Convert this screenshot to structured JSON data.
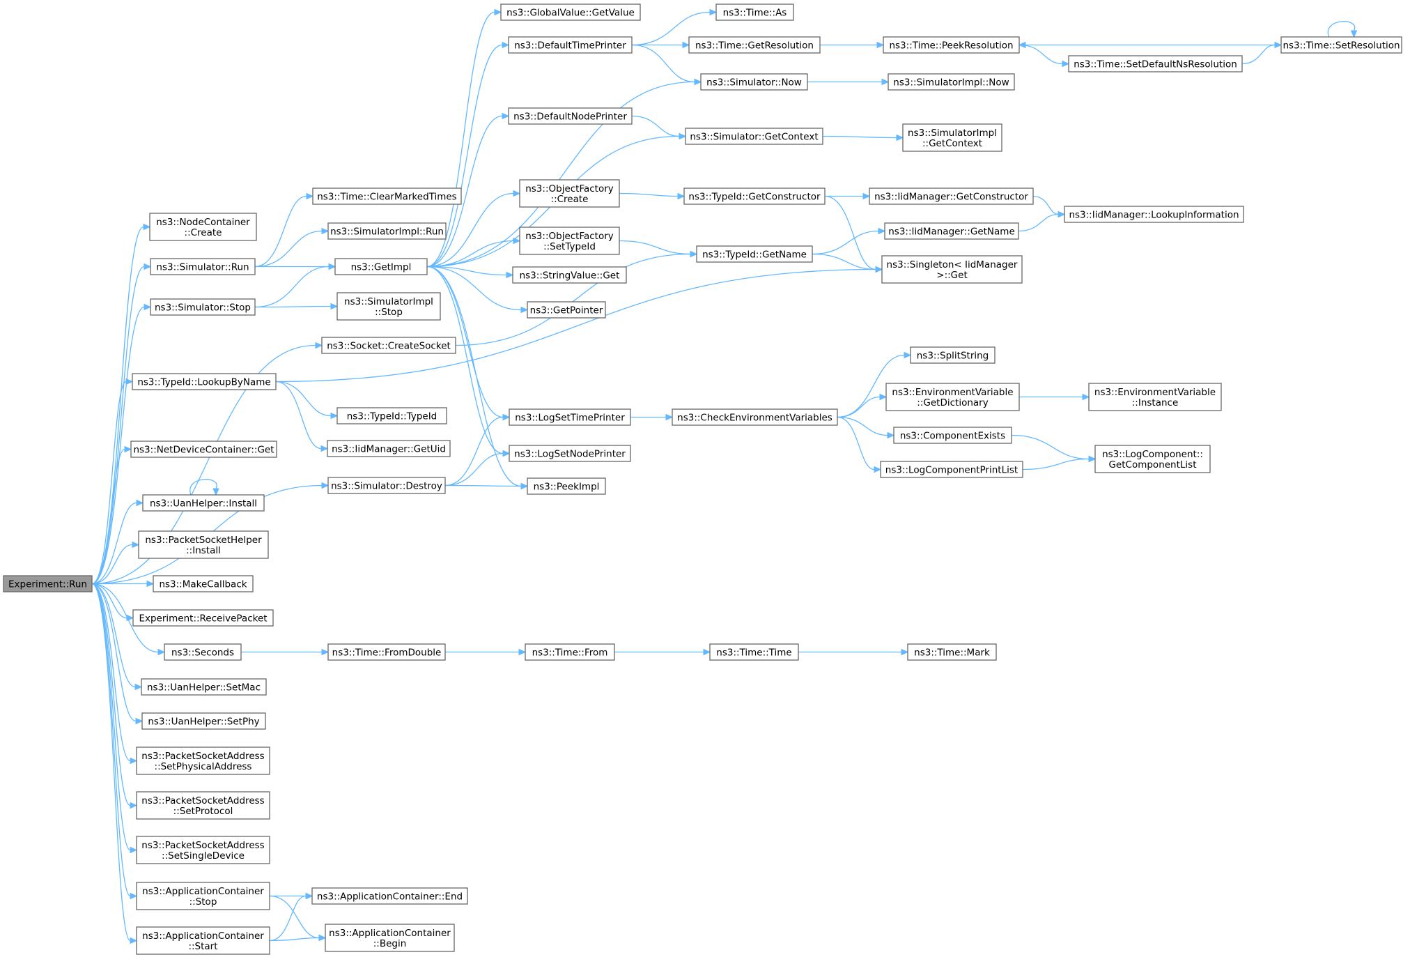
{
  "colors": {
    "edge": "#63b8ff",
    "node_border": "#666666",
    "root_fill": "#999999",
    "node_fill": "#ffffff"
  },
  "nodes": {
    "run": {
      "lines": [
        "Experiment::Run"
      ],
      "root": true
    },
    "nc_create": {
      "lines": [
        "ns3::NodeContainer",
        "::Create"
      ]
    },
    "sim_run": {
      "lines": [
        "ns3::Simulator::Run"
      ]
    },
    "sim_stop": {
      "lines": [
        "ns3::Simulator::Stop"
      ]
    },
    "sock_create": {
      "lines": [
        "ns3::Socket::CreateSocket"
      ]
    },
    "tid_lookup": {
      "lines": [
        "ns3::TypeId::LookupByName"
      ]
    },
    "ndc_get": {
      "lines": [
        "ns3::NetDeviceContainer::Get"
      ]
    },
    "uan_install": {
      "lines": [
        "ns3::UanHelper::Install"
      ]
    },
    "psh_install": {
      "lines": [
        "ns3::PacketSocketHelper",
        "::Install"
      ]
    },
    "make_cb": {
      "lines": [
        "ns3::MakeCallback"
      ]
    },
    "recv_pkt": {
      "lines": [
        "Experiment::ReceivePacket"
      ]
    },
    "seconds": {
      "lines": [
        "ns3::Seconds"
      ]
    },
    "uan_setmac": {
      "lines": [
        "ns3::UanHelper::SetMac"
      ]
    },
    "uan_setphy": {
      "lines": [
        "ns3::UanHelper::SetPhy"
      ]
    },
    "psa_setphys": {
      "lines": [
        "ns3::PacketSocketAddress",
        "::SetPhysicalAddress"
      ]
    },
    "psa_setproto": {
      "lines": [
        "ns3::PacketSocketAddress",
        "::SetProtocol"
      ]
    },
    "psa_setsingle": {
      "lines": [
        "ns3::PacketSocketAddress",
        "::SetSingleDevice"
      ]
    },
    "ac_stop": {
      "lines": [
        "ns3::ApplicationContainer",
        "::Stop"
      ]
    },
    "ac_start": {
      "lines": [
        "ns3::ApplicationContainer",
        "::Start"
      ]
    },
    "time_clear": {
      "lines": [
        "ns3::Time::ClearMarkedTimes"
      ]
    },
    "simimpl_run": {
      "lines": [
        "ns3::SimulatorImpl::Run"
      ]
    },
    "getimpl": {
      "lines": [
        "ns3::GetImpl"
      ]
    },
    "simimpl_stop": {
      "lines": [
        "ns3::SimulatorImpl",
        "::Stop"
      ]
    },
    "tid_typeid": {
      "lines": [
        "ns3::TypeId::TypeId"
      ]
    },
    "iid_getuid": {
      "lines": [
        "ns3::IidManager::GetUid"
      ]
    },
    "sim_destroy": {
      "lines": [
        "ns3::Simulator::Destroy"
      ]
    },
    "time_fromdouble": {
      "lines": [
        "ns3::Time::FromDouble"
      ]
    },
    "ac_end": {
      "lines": [
        "ns3::ApplicationContainer::End"
      ]
    },
    "ac_begin": {
      "lines": [
        "ns3::ApplicationContainer",
        "::Begin"
      ]
    },
    "gv_getvalue": {
      "lines": [
        "ns3::GlobalValue::GetValue"
      ]
    },
    "def_timeprinter": {
      "lines": [
        "ns3::DefaultTimePrinter"
      ]
    },
    "def_nodeprinter": {
      "lines": [
        "ns3::DefaultNodePrinter"
      ]
    },
    "of_create": {
      "lines": [
        "ns3::ObjectFactory",
        "::Create"
      ]
    },
    "of_settypeid": {
      "lines": [
        "ns3::ObjectFactory",
        "::SetTypeId"
      ]
    },
    "sv_get": {
      "lines": [
        "ns3::StringValue::Get"
      ]
    },
    "getpointer": {
      "lines": [
        "ns3::GetPointer"
      ]
    },
    "log_settime": {
      "lines": [
        "ns3::LogSetTimePrinter"
      ]
    },
    "log_setnode": {
      "lines": [
        "ns3::LogSetNodePrinter"
      ]
    },
    "peekimpl": {
      "lines": [
        "ns3::PeekImpl"
      ]
    },
    "time_from": {
      "lines": [
        "ns3::Time::From"
      ]
    },
    "time_as": {
      "lines": [
        "ns3::Time::As"
      ]
    },
    "time_getres": {
      "lines": [
        "ns3::Time::GetResolution"
      ]
    },
    "sim_now": {
      "lines": [
        "ns3::Simulator::Now"
      ]
    },
    "sim_getctx": {
      "lines": [
        "ns3::Simulator::GetContext"
      ]
    },
    "tid_getctor": {
      "lines": [
        "ns3::TypeId::GetConstructor"
      ]
    },
    "tid_getname": {
      "lines": [
        "ns3::TypeId::GetName"
      ]
    },
    "check_env": {
      "lines": [
        "ns3::CheckEnvironmentVariables"
      ]
    },
    "time_time": {
      "lines": [
        "ns3::Time::Time"
      ]
    },
    "time_peekres": {
      "lines": [
        "ns3::Time::PeekResolution"
      ]
    },
    "simimpl_now": {
      "lines": [
        "ns3::SimulatorImpl::Now"
      ]
    },
    "simimpl_getctx": {
      "lines": [
        "ns3::SimulatorImpl",
        "::GetContext"
      ]
    },
    "iid_getctor": {
      "lines": [
        "ns3::IidManager::GetConstructor"
      ]
    },
    "iid_getname": {
      "lines": [
        "ns3::IidManager::GetName"
      ]
    },
    "singleton_get": {
      "lines": [
        "ns3::Singleton< IidManager",
        ">::Get"
      ]
    },
    "split_string": {
      "lines": [
        "ns3::SplitString"
      ]
    },
    "env_getdict": {
      "lines": [
        "ns3::EnvironmentVariable",
        "::GetDictionary"
      ]
    },
    "comp_exists": {
      "lines": [
        "ns3::ComponentExists"
      ]
    },
    "logcomp_printlist": {
      "lines": [
        "ns3::LogComponentPrintList"
      ]
    },
    "time_mark": {
      "lines": [
        "ns3::Time::Mark"
      ]
    },
    "time_setdefns": {
      "lines": [
        "ns3::Time::SetDefaultNsResolution"
      ]
    },
    "iid_lookupinfo": {
      "lines": [
        "ns3::IidManager::LookupInformation"
      ]
    },
    "env_instance": {
      "lines": [
        "ns3::EnvironmentVariable",
        "::Instance"
      ]
    },
    "logcomp_getlist": {
      "lines": [
        "ns3::LogComponent::",
        "GetComponentList"
      ]
    },
    "time_setres": {
      "lines": [
        "ns3::Time::SetResolution"
      ]
    }
  },
  "edges": [
    [
      "run",
      "nc_create"
    ],
    [
      "run",
      "sim_run"
    ],
    [
      "run",
      "sim_stop"
    ],
    [
      "run",
      "sock_create"
    ],
    [
      "run",
      "tid_lookup"
    ],
    [
      "run",
      "sim_destroy"
    ],
    [
      "run",
      "ndc_get"
    ],
    [
      "run",
      "uan_install"
    ],
    [
      "run",
      "psh_install"
    ],
    [
      "run",
      "make_cb"
    ],
    [
      "run",
      "recv_pkt"
    ],
    [
      "run",
      "seconds"
    ],
    [
      "run",
      "uan_setmac"
    ],
    [
      "run",
      "uan_setphy"
    ],
    [
      "run",
      "psa_setphys"
    ],
    [
      "run",
      "psa_setproto"
    ],
    [
      "run",
      "psa_setsingle"
    ],
    [
      "run",
      "ac_stop"
    ],
    [
      "run",
      "ac_start"
    ],
    [
      "sim_run",
      "time_clear"
    ],
    [
      "sim_run",
      "simimpl_run"
    ],
    [
      "sim_run",
      "getimpl"
    ],
    [
      "sim_stop",
      "getimpl"
    ],
    [
      "sim_stop",
      "simimpl_stop"
    ],
    [
      "sock_create",
      "tid_getname"
    ],
    [
      "tid_lookup",
      "singleton_get"
    ],
    [
      "tid_lookup",
      "tid_typeid"
    ],
    [
      "tid_lookup",
      "iid_getuid"
    ],
    [
      "uan_install",
      "uan_install"
    ],
    [
      "seconds",
      "time_fromdouble"
    ],
    [
      "ac_stop",
      "ac_end"
    ],
    [
      "ac_stop",
      "ac_begin"
    ],
    [
      "ac_start",
      "ac_end"
    ],
    [
      "ac_start",
      "ac_begin"
    ],
    [
      "getimpl",
      "gv_getvalue"
    ],
    [
      "getimpl",
      "def_timeprinter"
    ],
    [
      "getimpl",
      "sim_now"
    ],
    [
      "getimpl",
      "def_nodeprinter"
    ],
    [
      "getimpl",
      "sim_getctx"
    ],
    [
      "getimpl",
      "of_create"
    ],
    [
      "getimpl",
      "of_settypeid"
    ],
    [
      "getimpl",
      "sv_get"
    ],
    [
      "getimpl",
      "getpointer"
    ],
    [
      "getimpl",
      "log_settime"
    ],
    [
      "getimpl",
      "log_setnode"
    ],
    [
      "getimpl",
      "peekimpl"
    ],
    [
      "sim_destroy",
      "log_settime"
    ],
    [
      "sim_destroy",
      "log_setnode"
    ],
    [
      "sim_destroy",
      "peekimpl"
    ],
    [
      "def_timeprinter",
      "time_as"
    ],
    [
      "def_timeprinter",
      "time_getres"
    ],
    [
      "def_timeprinter",
      "sim_now"
    ],
    [
      "def_nodeprinter",
      "sim_getctx"
    ],
    [
      "of_create",
      "tid_getctor"
    ],
    [
      "of_settypeid",
      "tid_getname"
    ],
    [
      "log_settime",
      "check_env"
    ],
    [
      "time_fromdouble",
      "time_from"
    ],
    [
      "time_from",
      "time_time"
    ],
    [
      "time_time",
      "time_mark"
    ],
    [
      "time_getres",
      "time_peekres"
    ],
    [
      "time_peekres",
      "time_setdefns"
    ],
    [
      "time_setdefns",
      "time_setres"
    ],
    [
      "time_setres",
      "time_peekres"
    ],
    [
      "time_setres",
      "time_setres"
    ],
    [
      "sim_now",
      "simimpl_now"
    ],
    [
      "sim_getctx",
      "simimpl_getctx"
    ],
    [
      "tid_getctor",
      "iid_getctor"
    ],
    [
      "tid_getctor",
      "singleton_get"
    ],
    [
      "tid_getname",
      "iid_getname"
    ],
    [
      "tid_getname",
      "singleton_get"
    ],
    [
      "iid_getctor",
      "iid_lookupinfo"
    ],
    [
      "iid_getname",
      "iid_lookupinfo"
    ],
    [
      "check_env",
      "split_string"
    ],
    [
      "check_env",
      "env_getdict"
    ],
    [
      "check_env",
      "comp_exists"
    ],
    [
      "check_env",
      "logcomp_printlist"
    ],
    [
      "env_getdict",
      "env_instance"
    ],
    [
      "comp_exists",
      "logcomp_getlist"
    ],
    [
      "logcomp_printlist",
      "logcomp_getlist"
    ]
  ]
}
